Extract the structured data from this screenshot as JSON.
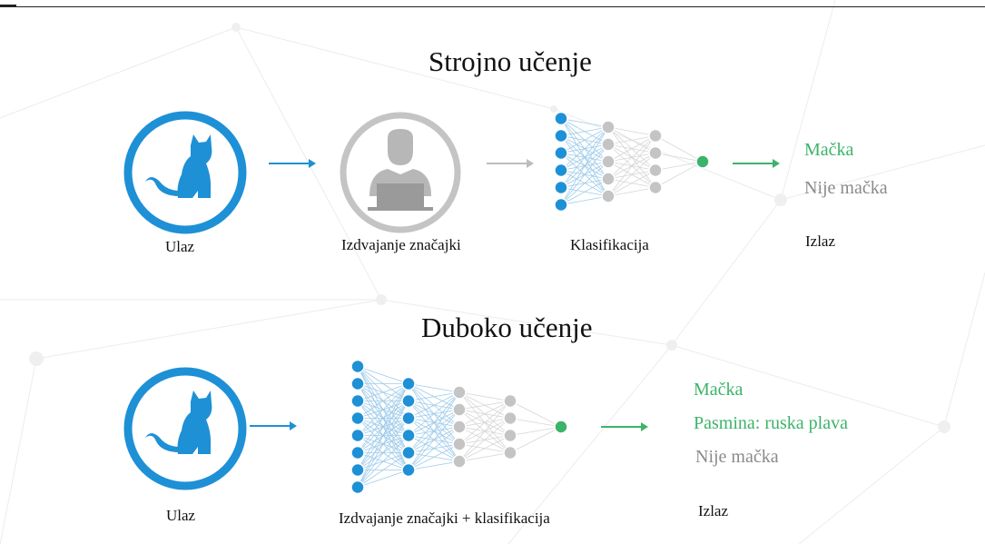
{
  "colors": {
    "blue": "#1e90d6",
    "grey": "#c4c4c4",
    "green": "#3cb36a",
    "arrow_blue": "#1e90d6",
    "arrow_grey": "#bdbdbd",
    "arrow_green": "#3cb36a"
  },
  "icons": {
    "cat": "cat-icon",
    "person": "person-at-laptop-icon",
    "network": "neural-network-icon"
  },
  "machine_learning": {
    "title": "Strojno učenje",
    "input_label": "Ulaz",
    "feature_label": "Izdvajanje značajki",
    "classification_label": "Klasifikacija",
    "output_label": "Izlaz",
    "outputs": [
      "Mačka",
      "Nije mačka"
    ],
    "network_layers": [
      {
        "nodes": 6,
        "color": "blue"
      },
      {
        "nodes": 5,
        "color": "grey"
      },
      {
        "nodes": 4,
        "color": "grey"
      },
      {
        "nodes": 1,
        "color": "green"
      }
    ]
  },
  "deep_learning": {
    "title": "Duboko učenje",
    "input_label": "Ulaz",
    "combined_label": "Izdvajanje značajki + klasifikacija",
    "output_label": "Izlaz",
    "outputs": [
      "Mačka",
      "Pasmina: ruska plava",
      "Nije mačka"
    ],
    "network_layers": [
      {
        "nodes": 8,
        "color": "blue"
      },
      {
        "nodes": 6,
        "color": "blue"
      },
      {
        "nodes": 5,
        "color": "grey"
      },
      {
        "nodes": 4,
        "color": "grey"
      },
      {
        "nodes": 1,
        "color": "green"
      }
    ]
  }
}
